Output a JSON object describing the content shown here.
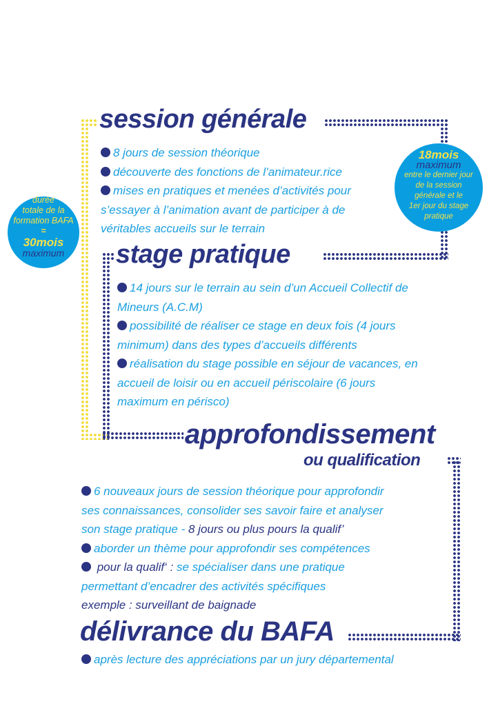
{
  "colors": {
    "navy": "#2b3482",
    "cyan": "#1a9fe0",
    "yellow": "#f5e04a",
    "circle": "#0a9ee0"
  },
  "sections": {
    "session": {
      "title": "session générale",
      "lines": [
        [
          {
            "b": true
          },
          {
            "t": "8 jours de session théorique",
            "c": "c"
          }
        ],
        [
          {
            "b": true
          },
          {
            "t": "découverte des fonctions de l’animateur.rice",
            "c": "c"
          }
        ],
        [
          {
            "b": true
          },
          {
            "t": "mises en pratiques et menées d’activités pour",
            "c": "c"
          }
        ],
        [
          {
            "t": "s’essayer à l’animation avant de  participer à de",
            "c": "c"
          }
        ],
        [
          {
            "t": " véritables accueils sur le terrain",
            "c": "c"
          }
        ]
      ]
    },
    "stage": {
      "title": "stage pratique",
      "lines": [
        [
          {
            "b": true
          },
          {
            "t": "14 jours sur le terrain au sein d’un Accueil Collectif de",
            "c": "c"
          }
        ],
        [
          {
            "t": "Mineurs (A.C.M)",
            "c": "c"
          }
        ],
        [
          {
            "b": true
          },
          {
            "t": "possibilité de réaliser ce stage en deux fois (4 jours",
            "c": "c"
          }
        ],
        [
          {
            "t": "minimum) dans des types d’accueils différents",
            "c": "c"
          }
        ],
        [
          {
            "b": true
          },
          {
            "t": "réalisation du stage possible en séjour de vacances, en",
            "c": "c"
          }
        ],
        [
          {
            "t": "accueil de loisir ou en accueil périscolaire (6 jours",
            "c": "c"
          }
        ],
        [
          {
            "t": "maximum en périsco)",
            "c": "c"
          }
        ]
      ]
    },
    "appro": {
      "title": "approfondissement",
      "subtitle": "ou qualification",
      "lines": [
        [
          {
            "b": true
          },
          {
            "t": "6 nouveaux jours de session théorique pour approfondir",
            "c": "c"
          }
        ],
        [
          {
            "t": "ses connaissances, consolider ses savoir faire et analyser",
            "c": "c"
          }
        ],
        [
          {
            "t": "son stage pratique - ",
            "c": "c"
          },
          {
            "t": "8 jours ou plus pours la qualif’",
            "c": "n"
          }
        ],
        [
          {
            "b": true
          },
          {
            "t": "aborder un thème pour approfondir ses compétences",
            "c": "c"
          }
        ],
        [
          {
            "b": true
          },
          {
            "t": " pour la qualif‘ : ",
            "c": "n"
          },
          {
            "t": "se spécialiser dans une pratique",
            "c": "c"
          }
        ],
        [
          {
            "t": "permettant d’encadrer des activités spécifiques",
            "c": "c"
          }
        ],
        [
          {
            "t": "exemple : surveillant de baignade",
            "c": "n"
          }
        ]
      ]
    },
    "delivrance": {
      "title": "délivrance du BAFA",
      "lines": [
        [
          {
            "b": true
          },
          {
            "t": "après lecture des appréciations par un jury départemental",
            "c": "c"
          }
        ]
      ]
    }
  },
  "left_circle": {
    "l1": "durée",
    "l2": "totale de la",
    "l3": "formation BAFA",
    "eq": "=",
    "big": "30mois",
    "small": "maximum"
  },
  "right_circle": {
    "big": "18mois",
    "small": "maximum",
    "l1": "entre le dernier jour",
    "l2": "de la session",
    "l3": "générale et le",
    "l4": "1er jour du stage",
    "l5": "pratique"
  }
}
